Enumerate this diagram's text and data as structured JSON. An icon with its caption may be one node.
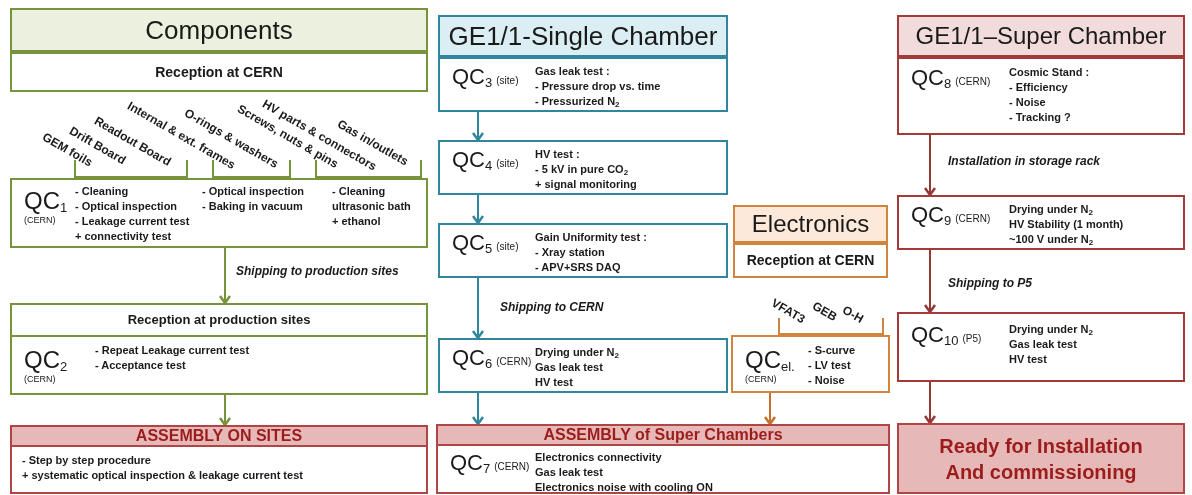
{
  "diagram": {
    "nodes": [
      {
        "text": [
          "Components"
        ]
      },
      {
        "text": [
          "Reception at CERN"
        ]
      },
      {
        "text": [
          "QC$_{1}$",
          "(CERN)",
          "- Cleaning",
          "- Optical inspection",
          "- Leakage current test",
          "+ connectivity test",
          "- Optical inspection",
          "- Baking in vacuum",
          "- Cleaning",
          "ultrasonic bath",
          "+ ethanol"
        ]
      },
      {
        "text": [
          "Reception at production sites",
          "QC$_{2}$",
          "(CERN)",
          "- Repeat Leakage current test",
          "- Acceptance test"
        ]
      },
      {
        "text": [
          "ASSEMBLY ON SITES",
          "- Step by step procedure",
          "+ systematic optical inspection & leakage current test"
        ]
      },
      {
        "text": [
          "GE1/1-Single Chamber"
        ]
      },
      {
        "text": [
          "QC$_{3}$",
          "(site)",
          "Gas leak test :",
          "- Pressure drop vs. time",
          "- Pressurized N$_{2}$"
        ]
      },
      {
        "text": [
          "QC$_{4}$",
          "(site)",
          "HV test :",
          "- 5 kV in pure CO$_{2}$",
          "+ signal monitoring"
        ]
      },
      {
        "text": [
          "QC$_{5}$",
          "(site)",
          "Gain Uniformity test :",
          "- Xray station",
          "- APV+SRS DAQ"
        ]
      },
      {
        "text": [
          "QC$_{6}$",
          "(CERN)",
          "Drying under N$_{2}$",
          "Gas leak test",
          "HV test"
        ]
      },
      {
        "text": [
          "ASSEMBLY of Super Chambers",
          "QC$_{7}$",
          "(CERN)",
          "Electronics connectivity",
          "Gas leak test",
          "Electronics noise with cooling ON"
        ]
      },
      {
        "text": [
          "Electronics"
        ]
      },
      {
        "text": [
          "Reception at CERN"
        ]
      },
      {
        "text": [
          "QC$_{el.}$",
          "(CERN)",
          "- S-curve",
          "- LV test",
          "- Noise"
        ]
      },
      {
        "text": [
          "GE1/1–Super Chamber"
        ]
      },
      {
        "text": [
          "QC$_{8}$",
          "(CERN)",
          "Cosmic Stand :",
          "- Efficiency",
          "- Noise",
          "- Tracking ?"
        ]
      },
      {
        "text": [
          "QC$_{9}$",
          "(CERN)",
          "Drying under N$_{2}$",
          "HV Stability (1 month)",
          "~100 V under N$_{2}$"
        ]
      },
      {
        "text": [
          "QC$_{10}$",
          "(P5)",
          "Drying under N$_{2}$",
          "Gas leak test",
          "HV test"
        ]
      },
      {
        "text": [
          "Ready for Installation And commissioning"
        ]
      }
    ],
    "edges": [
      {
        "from": 2,
        "to": 3,
        "arrow": "to",
        "label": "Shipping to production sites",
        "color": "#77933c"
      },
      {
        "from": 3,
        "to": 4,
        "arrow": "to",
        "color": "#77933c"
      },
      {
        "from": 6,
        "to": 7,
        "arrow": "to"
      },
      {
        "from": 7,
        "to": 8,
        "arrow": "to"
      },
      {
        "from": 8,
        "to": 9,
        "arrow": "to",
        "label": "Shipping to CERN"
      },
      {
        "from": 9,
        "to": 10,
        "arrow": "to"
      },
      {
        "from": 13,
        "to": 10,
        "arrow": "to",
        "color": "#c8702a"
      },
      {
        "from": 15,
        "to": 16,
        "arrow": "to",
        "label": "Installation in storage rack",
        "color": "#953735"
      },
      {
        "from": 16,
        "to": 17,
        "arrow": "to",
        "label": "Shipping to P5",
        "color": "#953735"
      },
      {
        "from": 17,
        "to": 18,
        "arrow": "to",
        "color": "#953735"
      }
    ],
    "labels": [
      "GEM foils",
      "Drift Board",
      "Readout Board",
      "Internal & ext. frames",
      "O-rings & washers",
      "Screws, nuts & pins",
      "HV parts & connectors",
      "Gas in/outlets",
      "VFAT3",
      "GEB",
      "O-H"
    ]
  }
}
